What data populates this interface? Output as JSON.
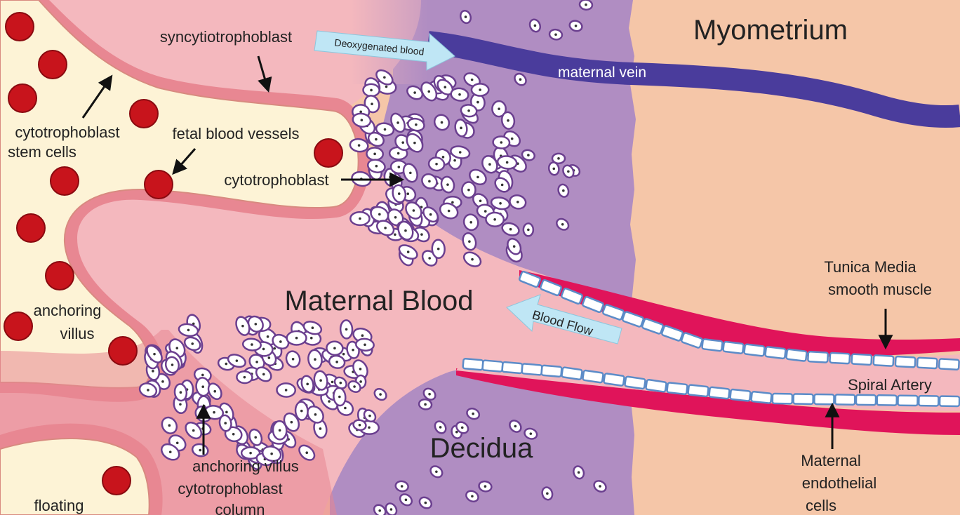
{
  "labels": {
    "myometrium": "Myometrium",
    "maternal_vein": "maternal vein",
    "deoxygenated_blood": "Deoxygenated blood",
    "syncytiotrophoblast": "syncytiotrophoblast",
    "cytotrophoblast_stem_line1": "cytotrophoblast",
    "cytotrophoblast_stem_line2": "stem cells",
    "fetal_blood_vessels": "fetal blood vessels",
    "cytotrophoblast": "cytotrophoblast",
    "maternal_blood": "Maternal Blood",
    "blood_flow": "Blood Flow",
    "anchoring_villus_line1": "anchoring",
    "anchoring_villus_line2": "villus",
    "tunica_media_line1": "Tunica Media",
    "tunica_media_line2": "smooth muscle",
    "spiral_artery": "Spiral Artery",
    "decidua": "Decidua",
    "column_line1": "anchoring villus",
    "column_line2": "cytotrophoblast",
    "column_line3": "column",
    "maternal_endothelial_line1": "Maternal",
    "maternal_endothelial_line2": "endothelial",
    "maternal_endothelial_line3": "cells",
    "floating": "floating"
  },
  "colors": {
    "myometrium": "#f5c6a8",
    "decidua": "#b08dc2",
    "maternal_blood": "#f4b8be",
    "villus_core": "#fdf3d6",
    "syncytio": "#e88792",
    "fetal_rbc": "#c8141c",
    "vein": "#4a3c9c",
    "artery_wall": "#e0145a",
    "endothelium": "#5c8cc8",
    "flow_arrow": "#bfe6f5",
    "cell_outline": "#6b3f8f"
  }
}
